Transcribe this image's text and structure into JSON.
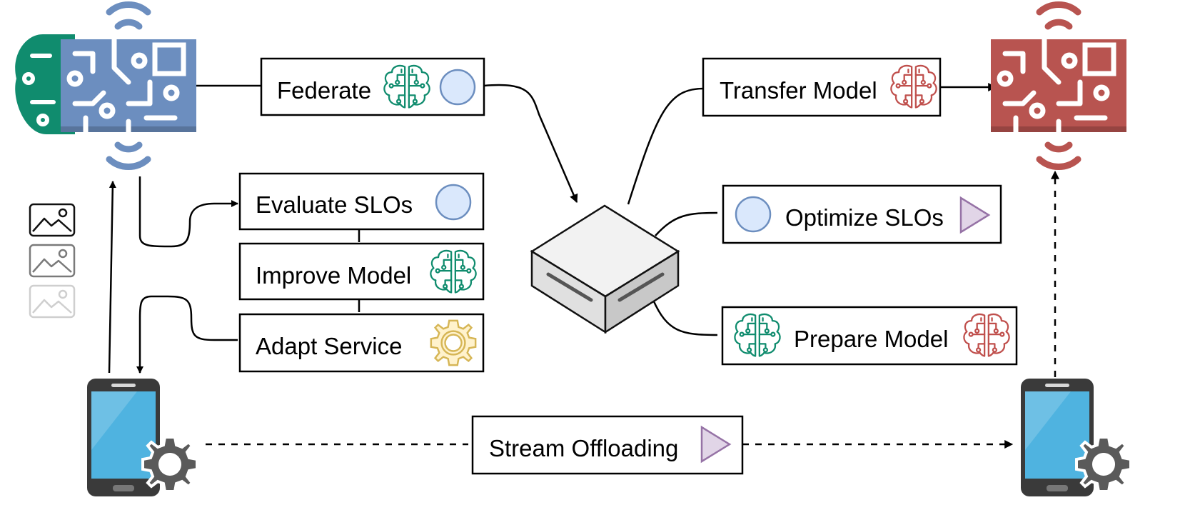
{
  "boxes": {
    "federate": "Federate",
    "transfer_model": "Transfer Model",
    "evaluate_slos": "Evaluate SLOs",
    "improve_model": "Improve Model",
    "adapt_service": "Adapt Service",
    "optimize_slos": "Optimize SLOs",
    "prepare_model": "Prepare Model",
    "stream_offloading": "Stream Offloading"
  },
  "icons": {
    "source_edge_ai": "ai-chip-wireless-icon",
    "target_edge_ai": "ai-chip-wireless-icon",
    "server": "server-box-icon",
    "left_device": "smartphone-gear-icon",
    "right_device": "smartphone-gear-icon",
    "image_stack": "image-frames-icon",
    "brain": "brain-circuit-icon",
    "circle": "circle-icon",
    "play": "play-triangle-icon",
    "gear": "gear-icon"
  },
  "colors": {
    "source_chip": "#6C8EBF",
    "target_chip": "#B85450",
    "brain_green": "#108C6E",
    "brain_red": "#C0504D",
    "circle_fill": "#DAE8FC",
    "circle_stroke": "#6C8EBF",
    "play_fill": "#E1D5E7",
    "play_stroke": "#9673A6",
    "gear_fill": "#FFF2CC",
    "gear_stroke": "#D6B656",
    "phone_screen": "#4FB3E0",
    "phone_body": "#333333",
    "device_gear": "#5A5A5A"
  }
}
